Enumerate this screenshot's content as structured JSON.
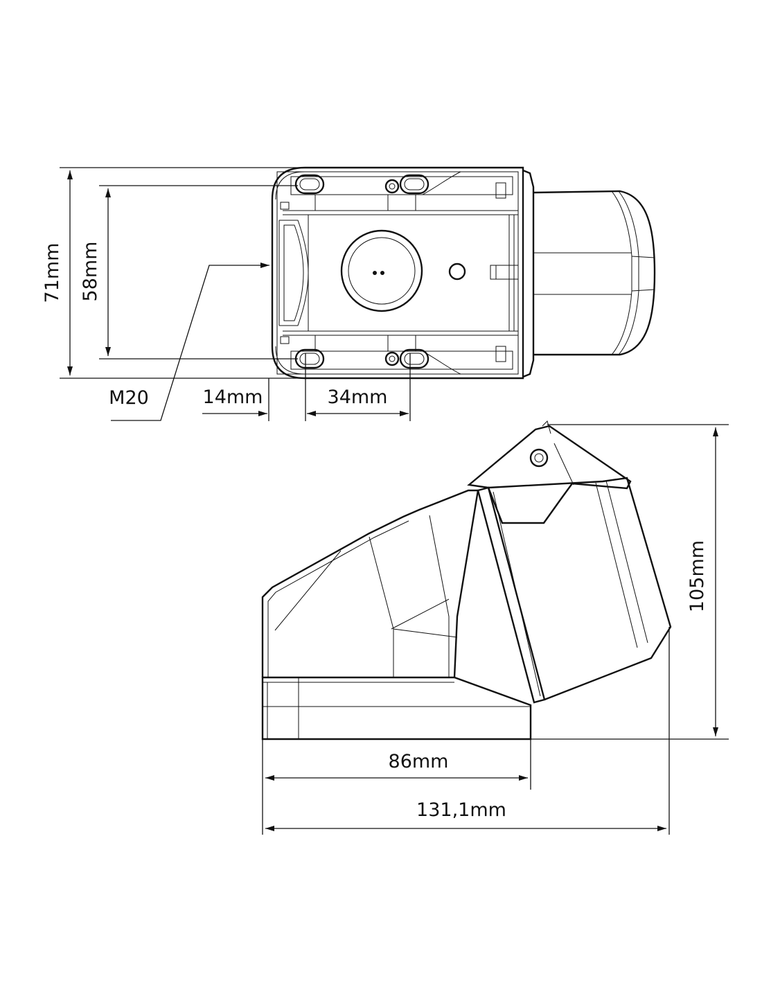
{
  "labels": {
    "width_71": "71mm",
    "width_58": "58mm",
    "thread": "M20",
    "offset_14": "14mm",
    "spacing_34": "34mm",
    "height_105": "105mm",
    "base_86": "86mm",
    "length_131": "131,1mm"
  },
  "colors": {
    "line": "#111111",
    "background": "#ffffff"
  }
}
